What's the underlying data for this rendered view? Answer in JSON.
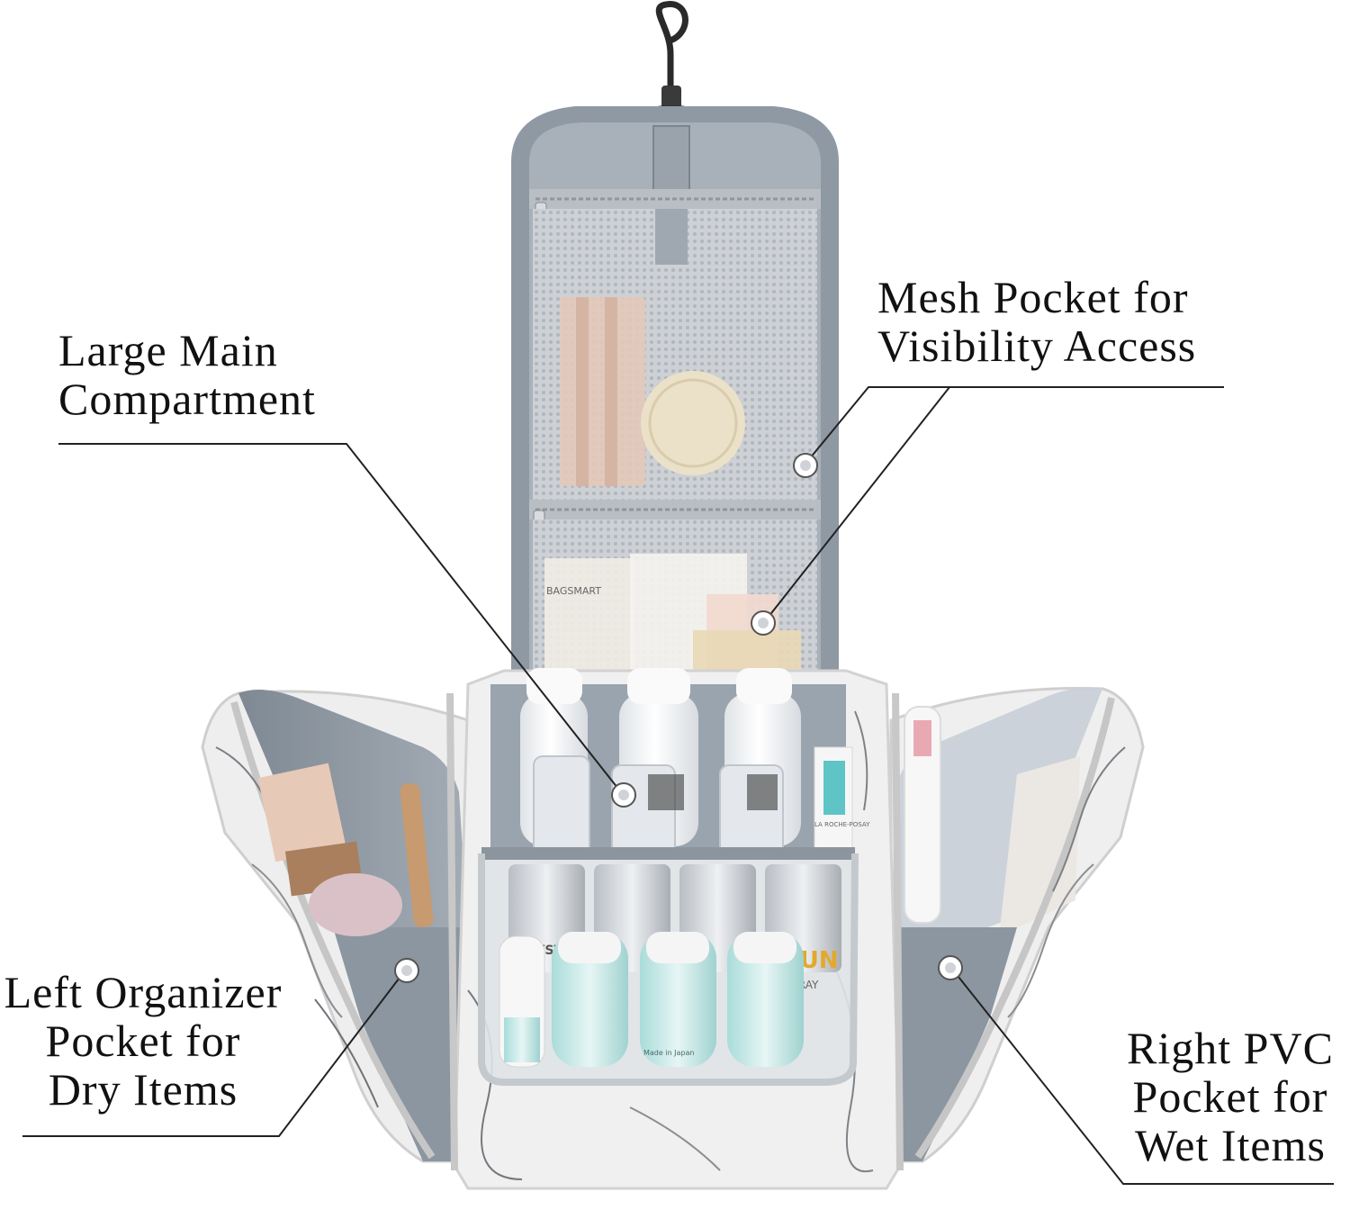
{
  "callouts": [
    {
      "id": "large-main",
      "lines": [
        "Large Main",
        "Compartment"
      ]
    },
    {
      "id": "mesh-pocket",
      "lines": [
        "Mesh Pocket for",
        "Visibility Access"
      ]
    },
    {
      "id": "left-organizer",
      "lines": [
        "Left Organizer",
        "Pocket for",
        "Dry Items"
      ]
    },
    {
      "id": "right-pvc",
      "lines": [
        "Right PVC",
        "Pocket for",
        "Wet Items"
      ]
    }
  ],
  "product_texts": {
    "brand_tag": "BAGSMART",
    "sunscreen_word": "SUN",
    "crystal_word": "CRYSTAL",
    "spray_word": "SPRAY",
    "made_in": "Made in Japan",
    "roche_posay": "LA ROCHE-POSAY"
  },
  "colors": {
    "lining": "#8e98a3",
    "lining_light": "#aab3bc",
    "mesh": "#c6cbd0",
    "marble": "#f1f1f1",
    "marble_vein": "#6f7378",
    "zipper": "#c9c9c9",
    "bottle": "#f3f5f7",
    "tube_teal": "#bfe6e4",
    "leader_line": "#222222"
  }
}
